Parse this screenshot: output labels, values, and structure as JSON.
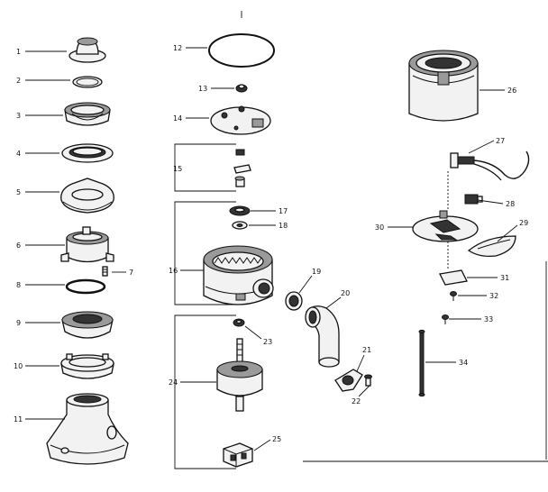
{
  "callouts": [
    {
      "id": "c1",
      "text": "1"
    },
    {
      "id": "c2",
      "text": "2"
    },
    {
      "id": "c3",
      "text": "3"
    },
    {
      "id": "c4",
      "text": "4"
    },
    {
      "id": "c5",
      "text": "5"
    },
    {
      "id": "c6",
      "text": "6"
    },
    {
      "id": "c7",
      "text": "7"
    },
    {
      "id": "c8",
      "text": "8"
    },
    {
      "id": "c9",
      "text": "9"
    },
    {
      "id": "c10",
      "text": "10"
    },
    {
      "id": "c11",
      "text": "11"
    },
    {
      "id": "c12",
      "text": "12"
    },
    {
      "id": "c13",
      "text": "13"
    },
    {
      "id": "c14",
      "text": "14"
    },
    {
      "id": "c15",
      "text": "15"
    },
    {
      "id": "c16",
      "text": "16"
    },
    {
      "id": "c17",
      "text": "17"
    },
    {
      "id": "c18",
      "text": "18"
    },
    {
      "id": "c19",
      "text": "19"
    },
    {
      "id": "c20",
      "text": "20"
    },
    {
      "id": "c21",
      "text": "21"
    },
    {
      "id": "c22",
      "text": "22"
    },
    {
      "id": "c23",
      "text": "23"
    },
    {
      "id": "c24",
      "text": "24"
    },
    {
      "id": "c25",
      "text": "25"
    },
    {
      "id": "c26",
      "text": "26"
    },
    {
      "id": "c27",
      "text": "27"
    },
    {
      "id": "c28",
      "text": "28"
    },
    {
      "id": "c29",
      "text": "29"
    },
    {
      "id": "c30",
      "text": "30"
    },
    {
      "id": "c31",
      "text": "31"
    },
    {
      "id": "c32",
      "text": "32"
    },
    {
      "id": "c33",
      "text": "33"
    },
    {
      "id": "c34",
      "text": "34"
    }
  ]
}
